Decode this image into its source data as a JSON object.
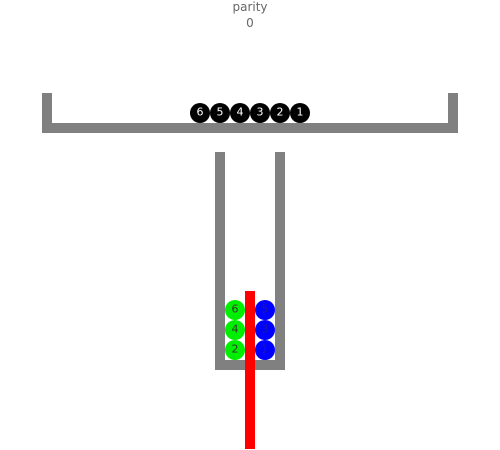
{
  "header": {
    "label": "parity",
    "value": "0"
  },
  "colors": {
    "wall": "#808080",
    "divider": "#ff0000",
    "queue_ball": "#000000",
    "queue_text": "#ffffff",
    "even_ball": "#00ee00",
    "even_text": "#333333",
    "odd_ball": "#0000ff",
    "odd_text": "#1a1aa6"
  },
  "queue": {
    "balls": [
      "6",
      "5",
      "4",
      "3",
      "2",
      "1"
    ]
  },
  "bin": {
    "left_stack": [
      "6",
      "4",
      "2"
    ],
    "right_stack": [
      "5",
      "3",
      "1"
    ]
  }
}
